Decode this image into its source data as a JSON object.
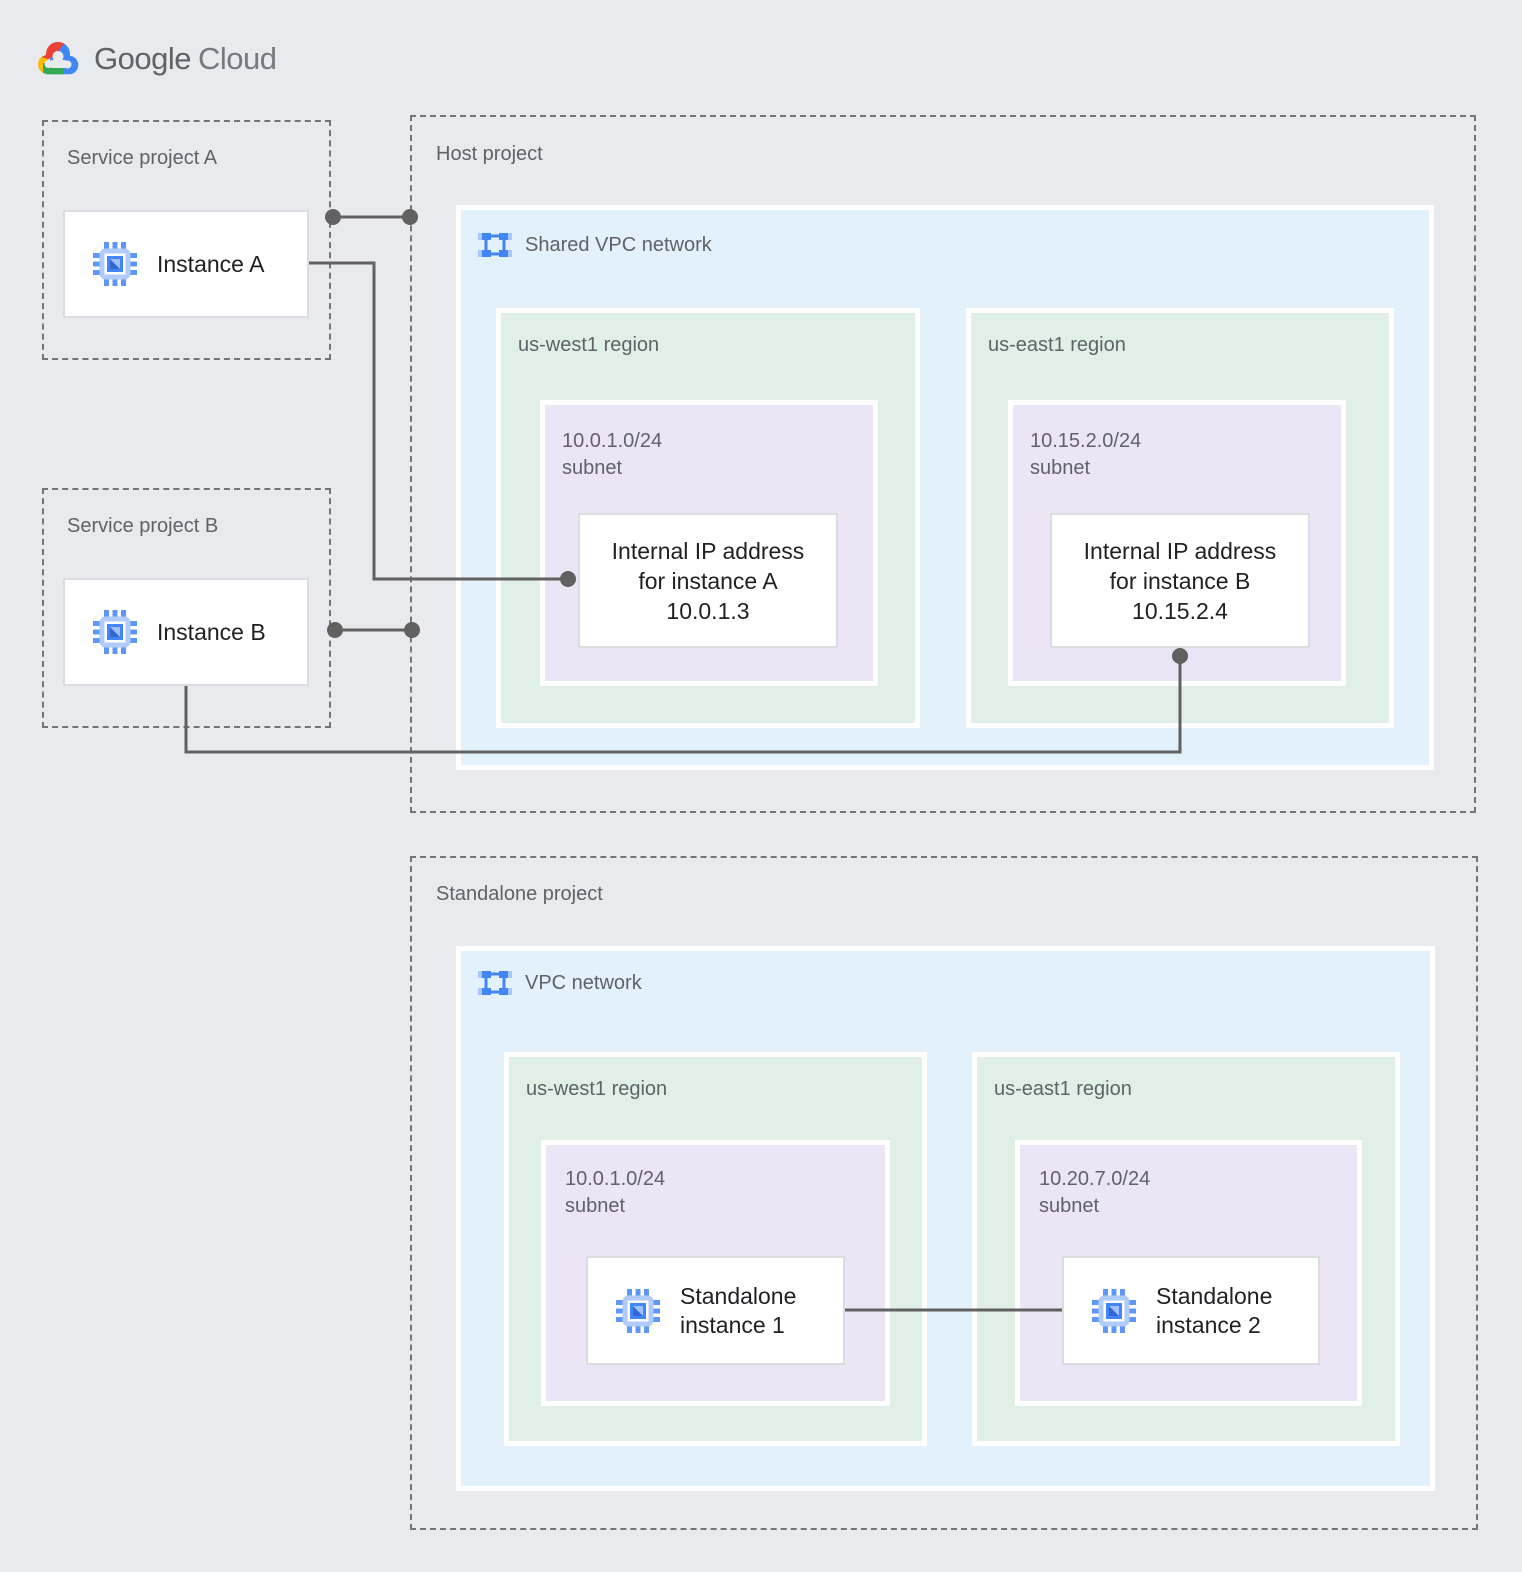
{
  "colors": {
    "background": "#E8EAED",
    "vpc_blue": "#E2F1FB",
    "region_green": "#E1F0E7",
    "subnet_purple": "#EBE5F6",
    "border_dash_gray": "#757575",
    "label_gray": "#5F6368",
    "text_dark": "#202124",
    "connector_gray": "#616161",
    "icon_blue": "#4285F4",
    "icon_light_blue": "#A8C7FA"
  },
  "logo": {
    "part1": "Google",
    "part2": "Cloud"
  },
  "service_project_a": {
    "label": "Service project A",
    "instance_label": "Instance A"
  },
  "service_project_b": {
    "label": "Service project B",
    "instance_label": "Instance B"
  },
  "host_project": {
    "label": "Host project",
    "network_label": "Shared VPC network",
    "regions": [
      {
        "label": "us-west1 region",
        "subnet_cidr": "10.0.1.0/24",
        "subnet_word": "subnet",
        "card_line1": "Internal IP address",
        "card_line2": "for instance A",
        "card_line3": "10.0.1.3"
      },
      {
        "label": "us-east1 region",
        "subnet_cidr": "10.15.2.0/24",
        "subnet_word": "subnet",
        "card_line1": "Internal IP address",
        "card_line2": "for instance B",
        "card_line3": "10.15.2.4"
      }
    ]
  },
  "standalone_project": {
    "label": "Standalone project",
    "network_label": "VPC network",
    "regions": [
      {
        "label": "us-west1 region",
        "subnet_cidr": "10.0.1.0/24",
        "subnet_word": "subnet",
        "card_line1": "Standalone",
        "card_line2": "instance 1"
      },
      {
        "label": "us-east1 region",
        "subnet_cidr": "10.20.7.0/24",
        "subnet_word": "subnet",
        "card_line1": "Standalone",
        "card_line2": "instance 2"
      }
    ]
  },
  "icons": {
    "google_cloud_logo": "google-cloud-logo",
    "compute_instance": "compute-instance-chip-icon",
    "vpc_network": "vpc-network-icon"
  }
}
